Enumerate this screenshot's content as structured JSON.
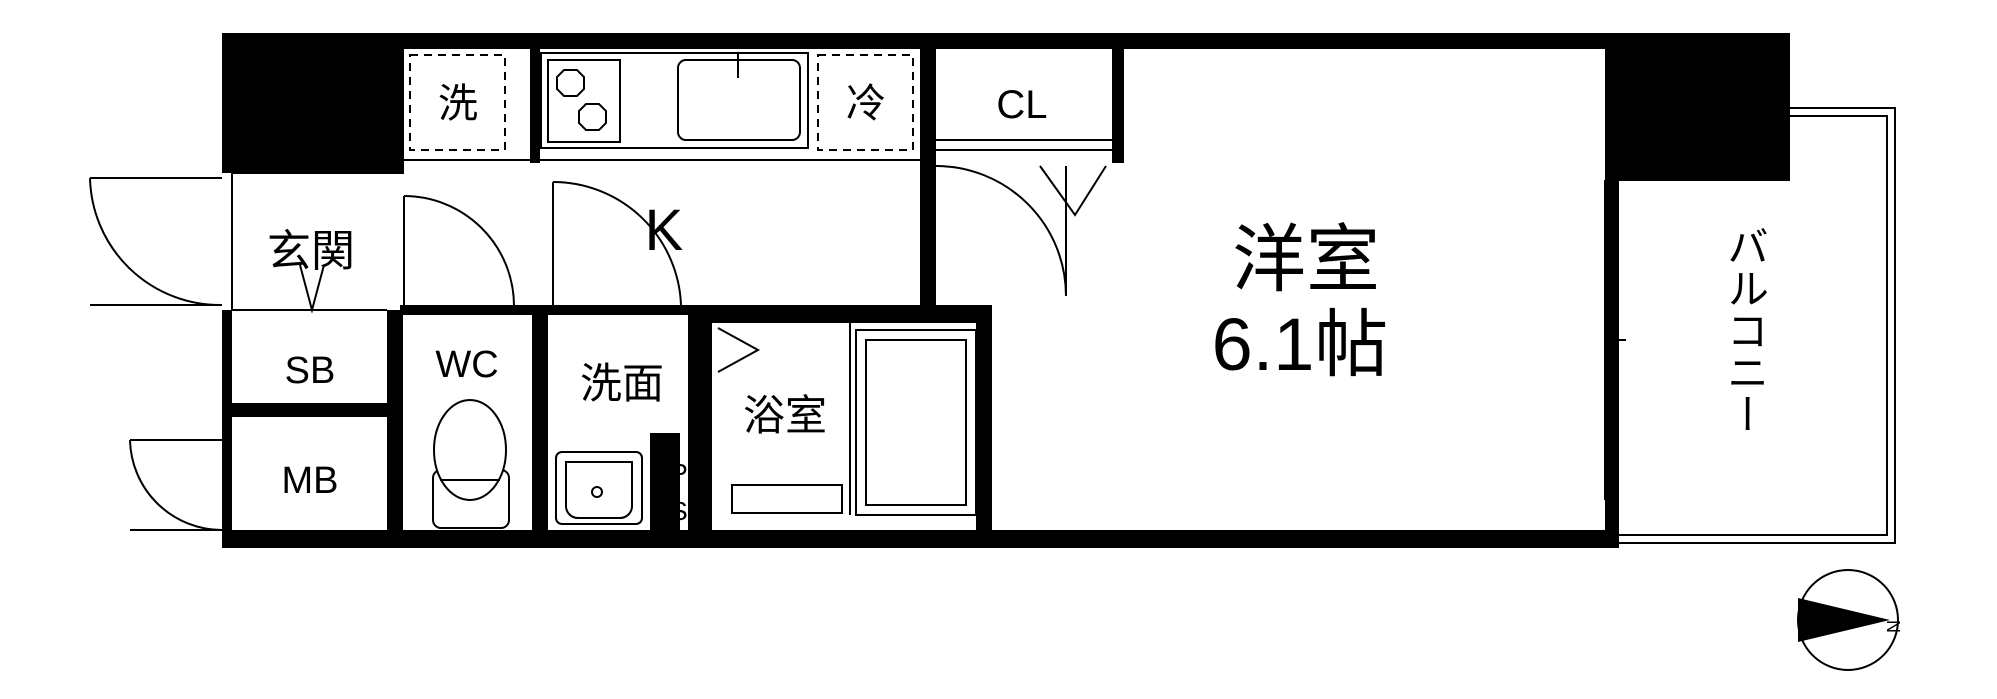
{
  "rooms": {
    "entrance": "玄関",
    "shoe_box": "SB",
    "meter_box": "MB",
    "toilet": "WC",
    "washroom": "洗面",
    "pipe_space_line1": "P",
    "pipe_space_line2": "S",
    "bathroom": "浴室",
    "kitchen": "K",
    "washer": "洗",
    "fridge": "冷",
    "closet": "CL",
    "western_room": "洋室",
    "western_room_size": "6.1帖",
    "balcony": "バルコニー"
  },
  "compass": {
    "north": "N"
  }
}
